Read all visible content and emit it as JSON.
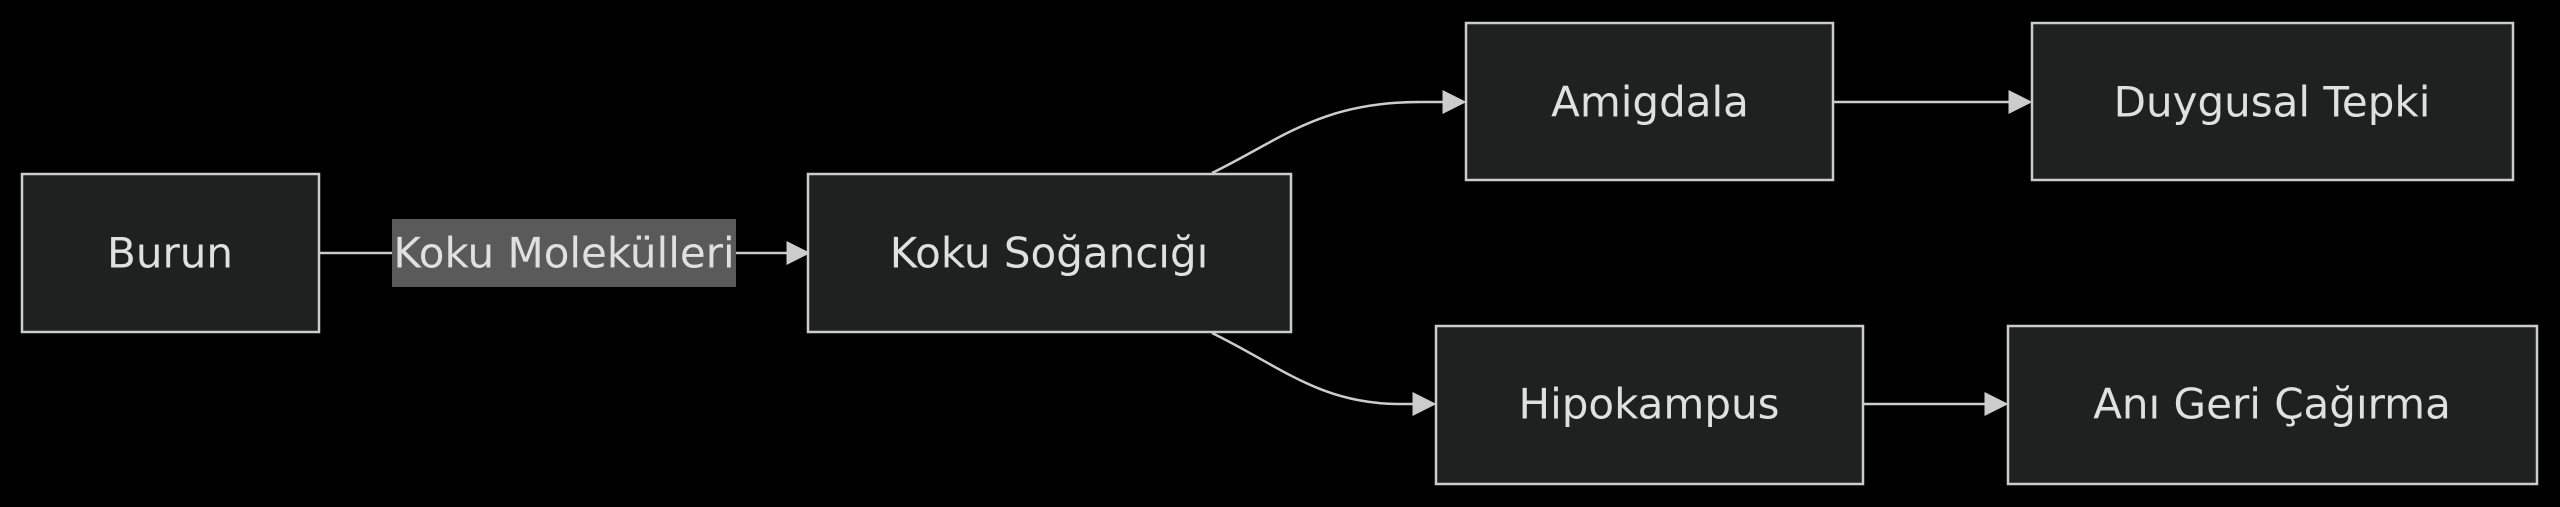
{
  "diagram": {
    "nodes": {
      "burun": "Burun",
      "koku_sogancigi": "Koku Soğancığı",
      "amigdala": "Amigdala",
      "duygusal_tepki": "Duygusal Tepki",
      "hipokampus": "Hipokampus",
      "ani_geri_cagirma": "Anı Geri Çağırma"
    },
    "edge_labels": {
      "burun_to_koku_sogancigi": "Koku Molekülleri"
    },
    "edges": [
      {
        "from": "Burun",
        "to": "Koku Soğancığı",
        "label": "Koku Molekülleri"
      },
      {
        "from": "Koku Soğancığı",
        "to": "Amigdala"
      },
      {
        "from": "Koku Soğancığı",
        "to": "Hipokampus"
      },
      {
        "from": "Amigdala",
        "to": "Duygusal Tepki"
      },
      {
        "from": "Hipokampus",
        "to": "Anı Geri Çağırma"
      }
    ]
  }
}
